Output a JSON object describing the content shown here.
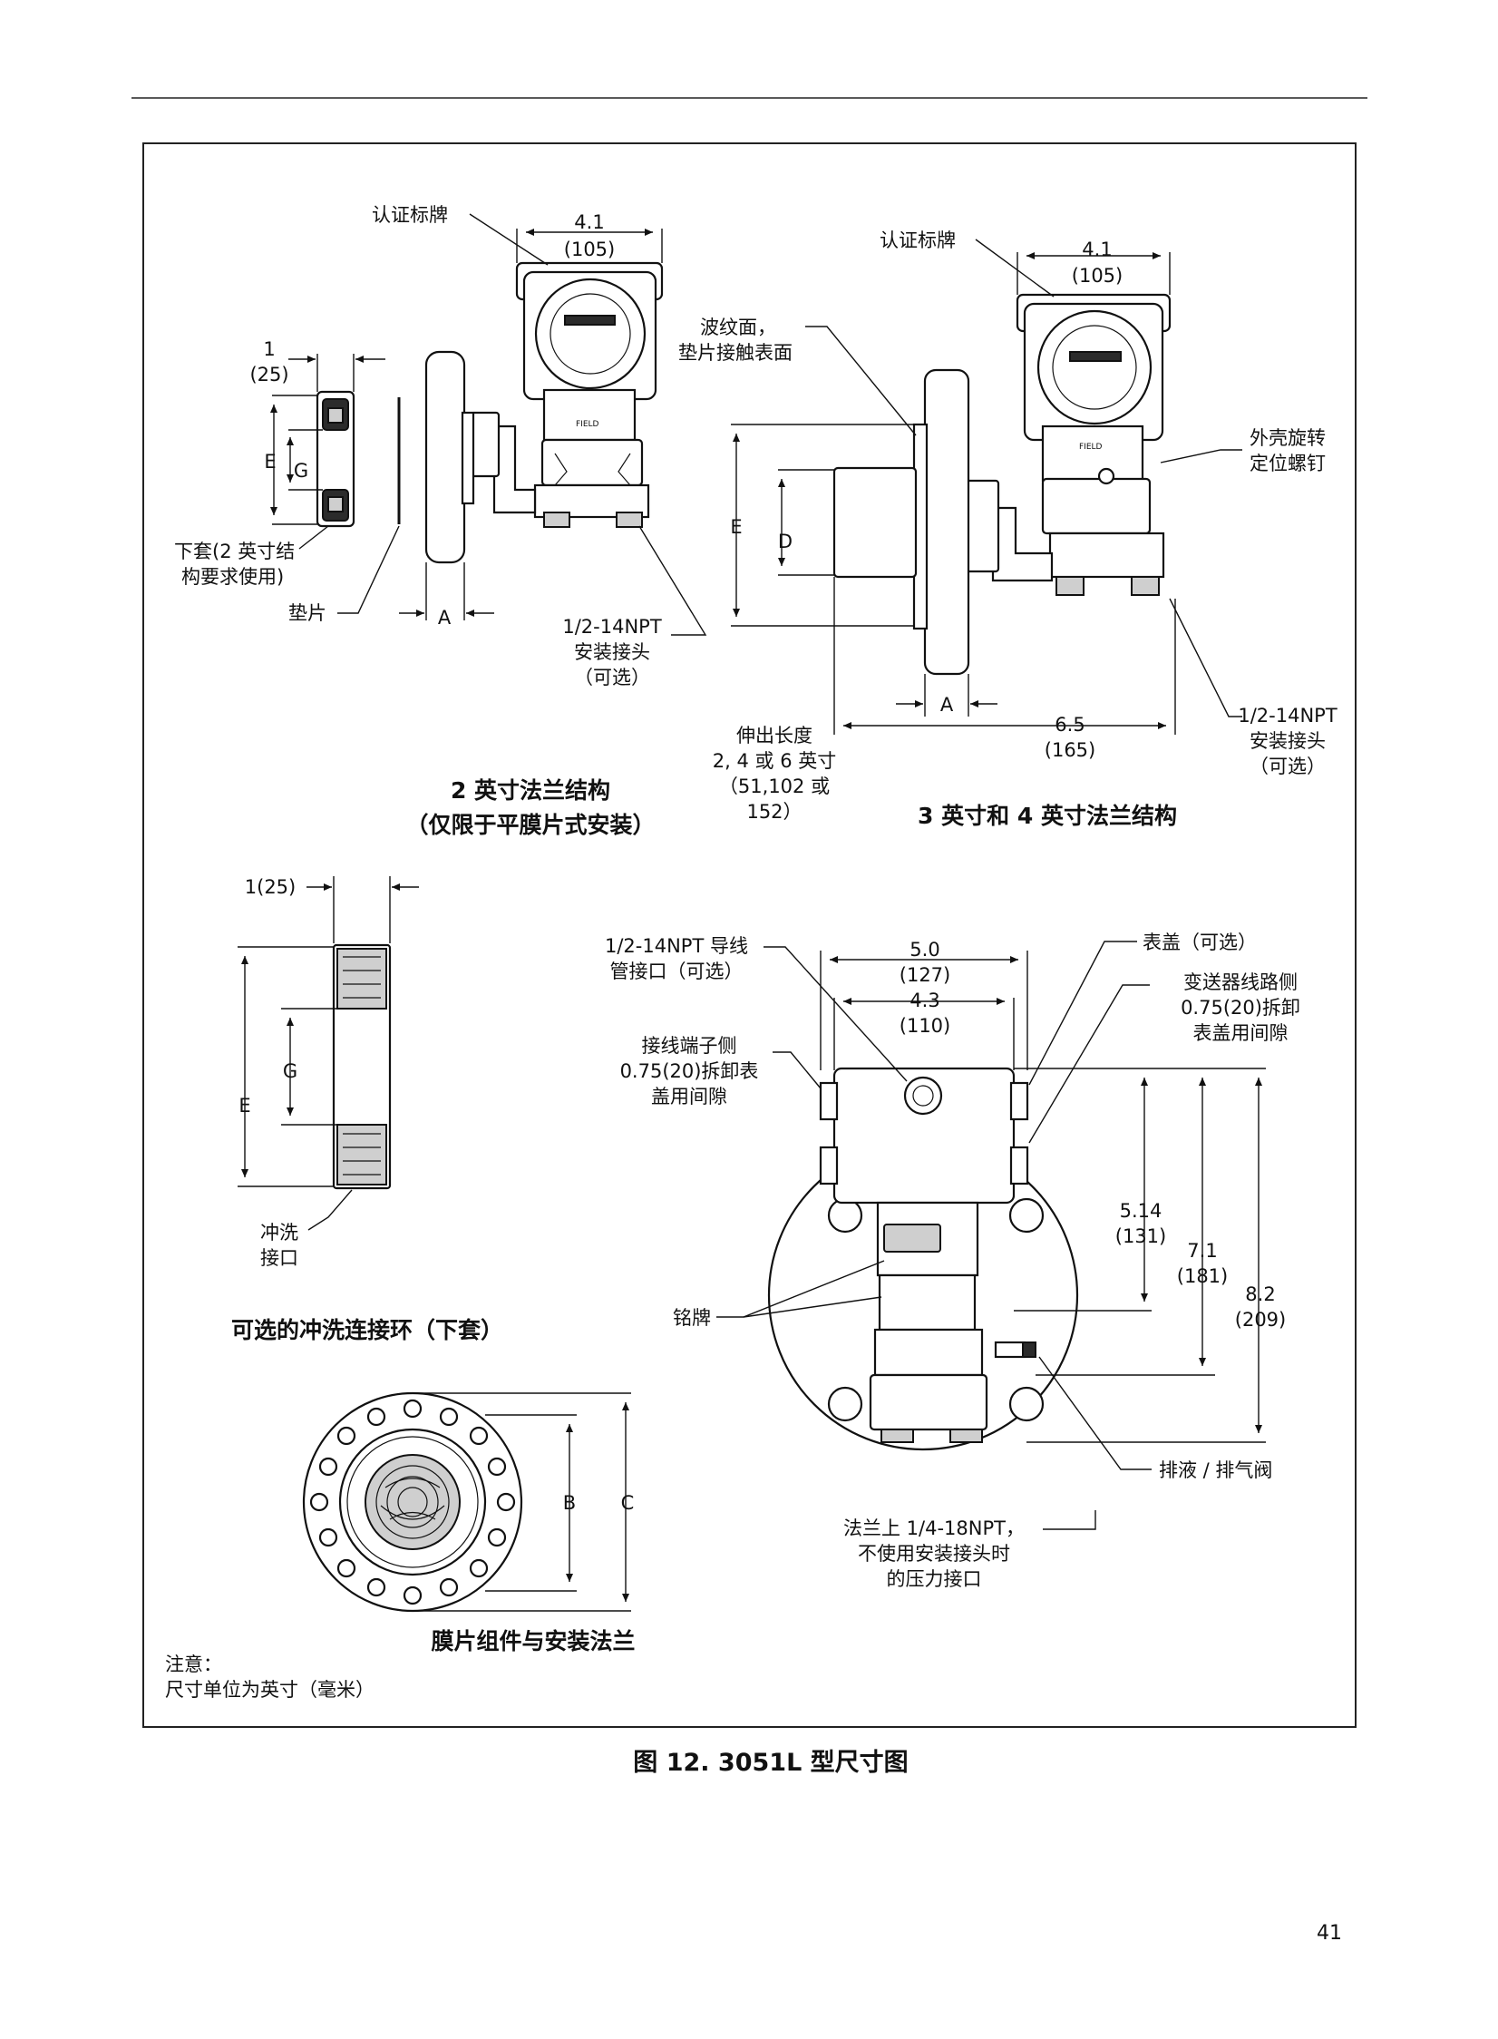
{
  "figure": {
    "caption": "图 12. 3051L 型尺寸图",
    "page_number": "41",
    "note_title": "注意：",
    "note_text": "尺寸单位为英寸（毫米）"
  },
  "view_2in": {
    "title_line1": "2 英寸法兰结构",
    "title_line2": "（仅限于平膜片式安装）",
    "approval_tag": "认证标牌",
    "width_in": "4.1",
    "width_mm": "(105)",
    "ring_in": "1",
    "ring_mm": "(25)",
    "dim_e": "E",
    "dim_g": "G",
    "dim_a": "A",
    "lower_housing_1": "下套(2 英寸结",
    "lower_housing_2": "构要求使用)",
    "gasket": "垫片",
    "npt_1": "1/2-14NPT",
    "npt_2": "安装接头",
    "npt_3": "（可选）"
  },
  "view_3in": {
    "title": "3 英寸和 4 英寸法兰结构",
    "approval_tag": "认证标牌",
    "width_in": "4.1",
    "width_mm": "(105)",
    "surface_1": "波纹面，",
    "surface_2": "垫片接触表面",
    "screw_1": "外壳旋转",
    "screw_2": "定位螺钉",
    "dim_e": "E",
    "dim_d": "D",
    "dim_a": "A",
    "ext_1": "伸出长度",
    "ext_2": "2, 4 或 6 英寸",
    "ext_3": "（51,102 或",
    "ext_4": "152）",
    "len_in": "6.5",
    "len_mm": "(165)",
    "npt_1": "1/2-14NPT",
    "npt_2": "安装接头",
    "npt_3": "（可选）"
  },
  "flush_ring": {
    "title": "可选的冲洗连接环（下套）",
    "width": "1(25)",
    "dim_e": "E",
    "dim_g": "G",
    "port_1": "冲洗",
    "port_2": "接口"
  },
  "front_view": {
    "conduit_1": "1/2-14NPT 导线",
    "conduit_2": "管接口（可选）",
    "w1_in": "5.0",
    "w1_mm": "(127)",
    "w2_in": "4.3",
    "w2_mm": "(110)",
    "term_1": "接线端子侧",
    "term_2": "0.75(20)拆卸表",
    "term_3": "盖用间隙",
    "cover": "表盖（可选）",
    "elec_1": "变送器线路侧",
    "elec_2": "0.75(20)拆卸",
    "elec_3": "表盖用间隙",
    "h1_in": "5.14",
    "h1_mm": "(131)",
    "h2_in": "7.1",
    "h2_mm": "(181)",
    "h3_in": "8.2",
    "h3_mm": "(209)",
    "nameplate": "铭牌",
    "drain": "排液 / 排气阀",
    "press_1": "法兰上 1/4-18NPT，",
    "press_2": "不使用安装接头时",
    "press_3": "的压力接口"
  },
  "flange_view": {
    "title": "膜片组件与安装法兰",
    "dim_b": "B",
    "dim_c": "C"
  }
}
